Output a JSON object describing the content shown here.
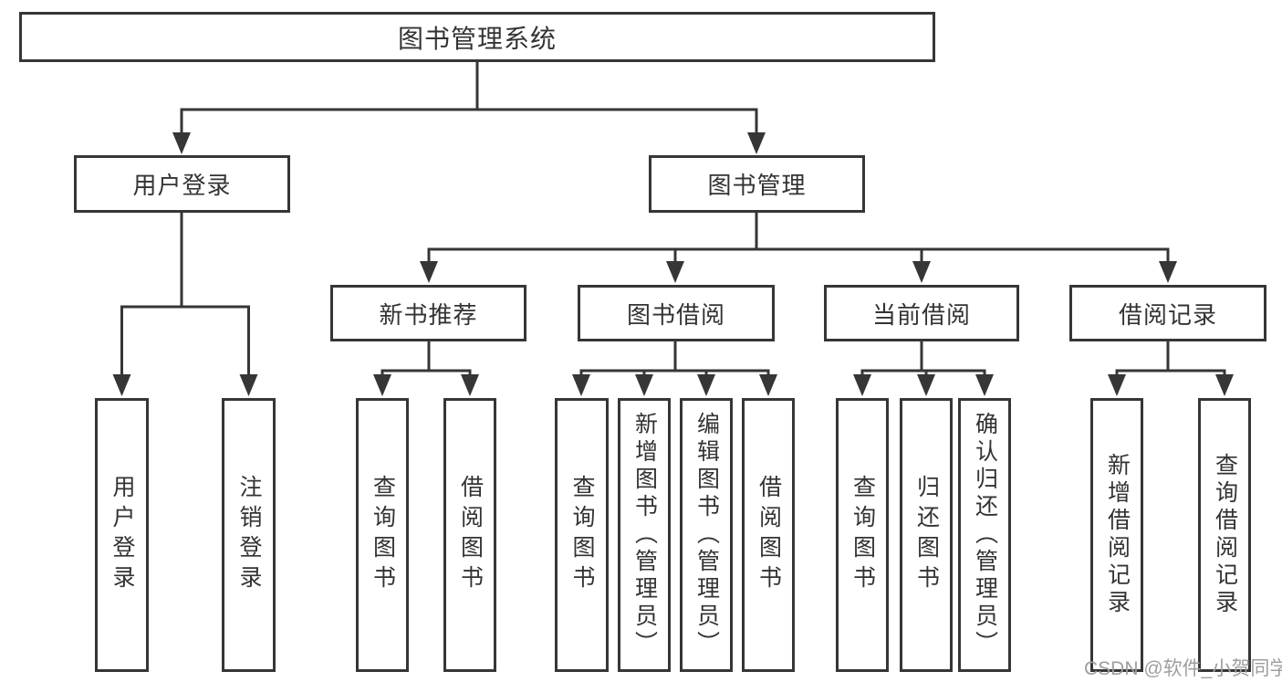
{
  "title": "图书管理系统",
  "colors": {
    "line": "#363636",
    "text": "#333333",
    "background": "#ffffff",
    "watermark": "#9e9e9e"
  },
  "tree": {
    "root": {
      "label": "图书管理系统",
      "children": [
        {
          "label": "用户登录",
          "children": [
            {
              "label": "用户登录"
            },
            {
              "label": "注销登录"
            }
          ]
        },
        {
          "label": "图书管理",
          "children": [
            {
              "label": "新书推荐",
              "children": [
                {
                  "label": "查询图书"
                },
                {
                  "label": "借阅图书"
                }
              ]
            },
            {
              "label": "图书借阅",
              "children": [
                {
                  "label": "查询图书"
                },
                {
                  "label": "新增图书（管理员）"
                },
                {
                  "label": "编辑图书（管理员）"
                },
                {
                  "label": "借阅图书"
                }
              ]
            },
            {
              "label": "当前借阅",
              "children": [
                {
                  "label": "查询图书"
                },
                {
                  "label": "归还图书"
                },
                {
                  "label": "确认归还（管理员）"
                }
              ]
            },
            {
              "label": "借阅记录",
              "children": [
                {
                  "label": "新增借阅记录"
                },
                {
                  "label": "查询借阅记录"
                }
              ]
            }
          ]
        }
      ]
    }
  },
  "watermark": {
    "text": "CSDN @软件_小贺同学"
  }
}
